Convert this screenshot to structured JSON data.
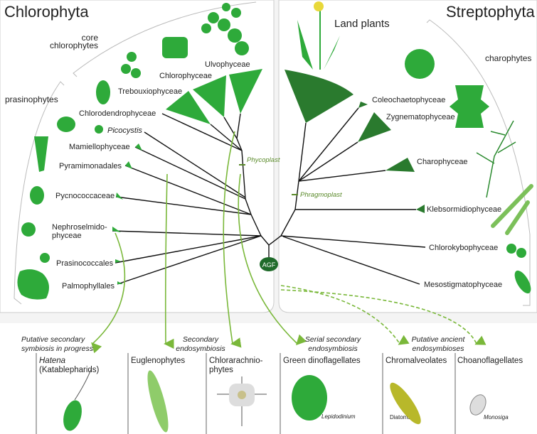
{
  "left_panel": {
    "title": "Chlorophyta",
    "groups": {
      "core": [
        "core",
        "chlorophytes"
      ],
      "prasinophytes": "prasinophytes"
    },
    "taxa": [
      "Ulvophyceae",
      "Chlorophyceae",
      "Trebouxiophyceae",
      "Chlorodendrophyceae",
      "Picocystis",
      "Mamiellophyceae",
      "Pyramimonadales",
      "Pycnococcaceae",
      "Nephroselmido-",
      "phyceae",
      "Prasinococcales",
      "Palmophyllales"
    ],
    "marker": "Phycoplast"
  },
  "right_panel": {
    "title": "Streptophyta",
    "land_plants": "Land plants",
    "group": "charophytes",
    "taxa": [
      "Coleochaetophyceae",
      "Zygnematophyceae",
      "Charophyceae",
      "Klebsormidiophyceae",
      "Chlorokybophyceae",
      "Mesostigmatophyceae"
    ],
    "marker": "Phragmoplast"
  },
  "root": "AGF",
  "captions": [
    [
      "Putative secondary",
      "symbiosis in progress"
    ],
    [
      "Secondary",
      "endosymbiosis"
    ],
    [
      "Serial secondary",
      "endosymbiosis"
    ],
    [
      "Putative ancient",
      "endosymbioses"
    ]
  ],
  "boxes": [
    {
      "title": "Hatena",
      "subtitle": "(Katablepharids)"
    },
    {
      "title": "Euglenophytes"
    },
    {
      "title": "Chlorarachnio-",
      "subtitle": "phytes"
    },
    {
      "title": "Green dinoflagellates",
      "specimen": "Lepidodinium"
    },
    {
      "title": "Chromalveolates",
      "specimen": "Diatoms"
    },
    {
      "title": "Choanoflagellates",
      "specimen": "Monosiga"
    }
  ],
  "colors": {
    "light_green": "#2eaa3a",
    "dark_green": "#2a7a2e",
    "arrow": "#7ab83a"
  }
}
